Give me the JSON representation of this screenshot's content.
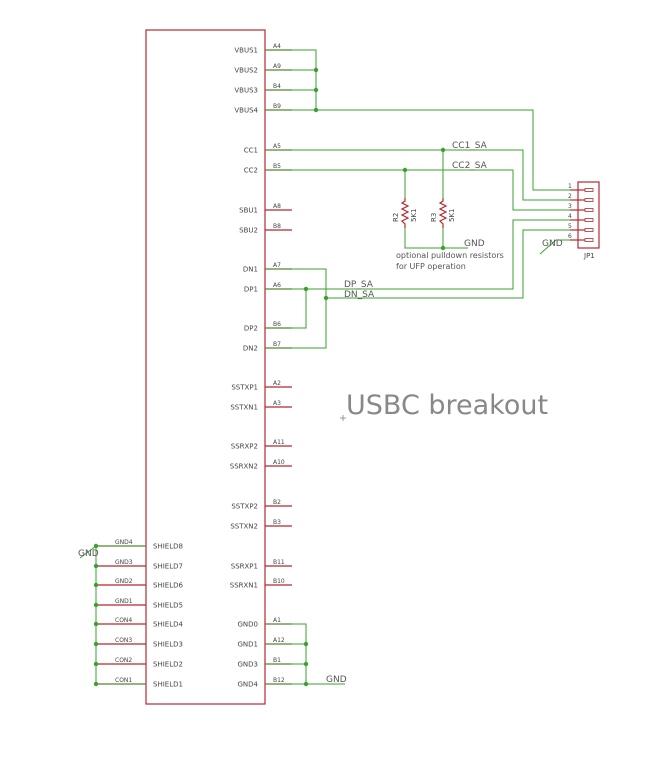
{
  "title": "USBC breakout",
  "note": [
    "optional pulldown resistors",
    "for UFP operation"
  ],
  "colors": {
    "body": "#b3282f",
    "wire": "#3aa02e",
    "text": "#444444"
  },
  "right_pins": [
    {
      "name": "VBUS1",
      "num": "A4"
    },
    {
      "name": "VBUS2",
      "num": "A9"
    },
    {
      "name": "VBUS3",
      "num": "B4"
    },
    {
      "name": "VBUS4",
      "num": "B9"
    },
    {
      "name": "CC1",
      "num": "A5"
    },
    {
      "name": "CC2",
      "num": "B5"
    },
    {
      "name": "SBU1",
      "num": "A8"
    },
    {
      "name": "SBU2",
      "num": "B8"
    },
    {
      "name": "DN1",
      "num": "A7"
    },
    {
      "name": "DP1",
      "num": "A6"
    },
    {
      "name": "DP2",
      "num": "B6"
    },
    {
      "name": "DN2",
      "num": "B7"
    },
    {
      "name": "SSTXP1",
      "num": "A2"
    },
    {
      "name": "SSTXN1",
      "num": "A3"
    },
    {
      "name": "SSRXP2",
      "num": "A11"
    },
    {
      "name": "SSRXN2",
      "num": "A10"
    },
    {
      "name": "SSTXP2",
      "num": "B2"
    },
    {
      "name": "SSTXN2",
      "num": "B3"
    },
    {
      "name": "SSRXP1",
      "num": "B11"
    },
    {
      "name": "SSRXN1",
      "num": "B10"
    },
    {
      "name": "GND0",
      "num": "A1"
    },
    {
      "name": "GND1",
      "num": "A12"
    },
    {
      "name": "GND3",
      "num": "B1"
    },
    {
      "name": "GND4",
      "num": "B12"
    }
  ],
  "left_pins": [
    {
      "name": "SHIELD8",
      "num": "GND4"
    },
    {
      "name": "SHIELD7",
      "num": "GND3"
    },
    {
      "name": "SHIELD6",
      "num": "GND2"
    },
    {
      "name": "SHIELD5",
      "num": "GND1"
    },
    {
      "name": "SHIELD4",
      "num": "CON4"
    },
    {
      "name": "SHIELD3",
      "num": "CON3"
    },
    {
      "name": "SHIELD2",
      "num": "CON2"
    },
    {
      "name": "SHIELD1",
      "num": "CON1"
    }
  ],
  "nets": {
    "cc1": "CC1_SA",
    "cc2": "CC2_SA",
    "dp": "DP_SA",
    "dn": "DN_SA",
    "gnd": "GND"
  },
  "resistors": [
    {
      "ref": "R2",
      "value": "5K1"
    },
    {
      "ref": "R3",
      "value": "5K1"
    }
  ],
  "header": {
    "ref": "JP1",
    "pins": [
      "1",
      "2",
      "3",
      "4",
      "5",
      "6"
    ]
  }
}
